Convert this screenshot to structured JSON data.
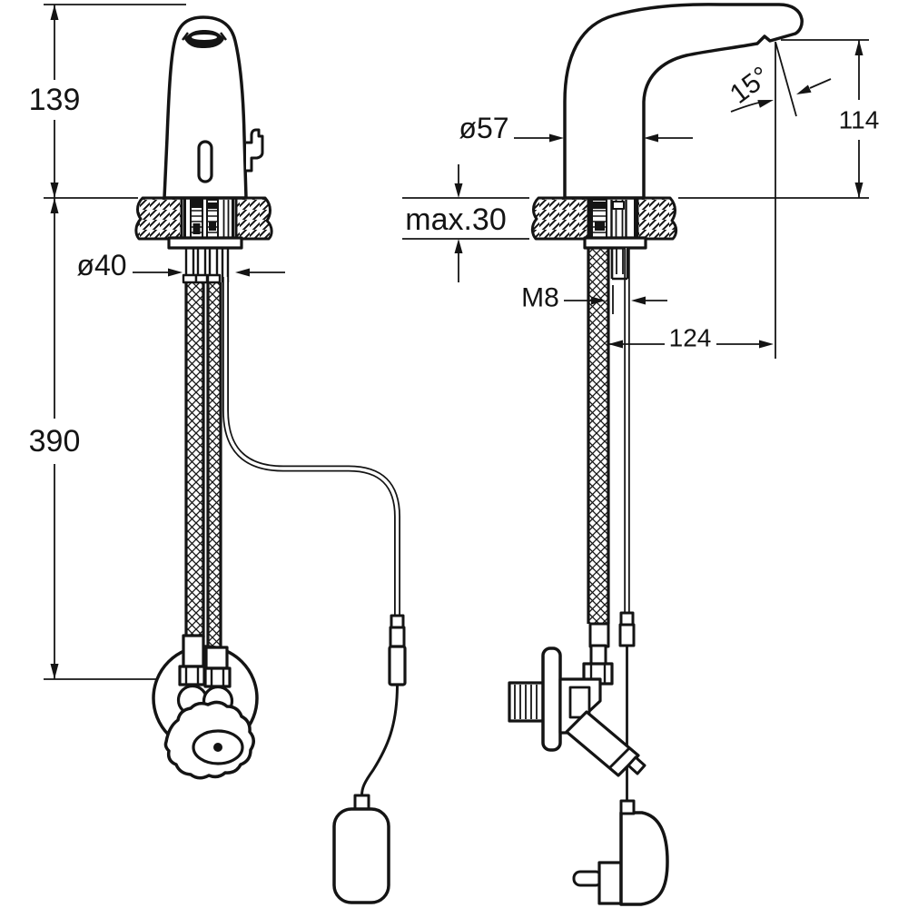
{
  "canvas": {
    "background": "#ffffff",
    "line_color": "#141414"
  },
  "drawing": {
    "labels": {
      "height_above_deck": "139",
      "length_below_deck": "390",
      "base_diameter": "ø40",
      "body_diameter": "ø57",
      "max_counter_thickness": "max.30",
      "thread_size": "M8",
      "spout_reach": "124",
      "outlet_height": "114",
      "outlet_angle": "15°"
    }
  }
}
